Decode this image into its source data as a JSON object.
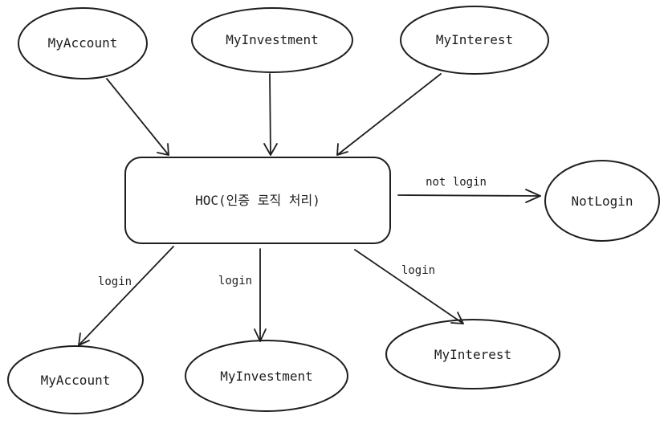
{
  "nodes": {
    "top_account": "MyAccount",
    "top_investment": "MyInvestment",
    "top_interest": "MyInterest",
    "hoc": "HOC(인증 로직 처리)",
    "notlogin": "NotLogin",
    "bottom_account": "MyAccount",
    "bottom_investment": "MyInvestment",
    "bottom_interest": "MyInterest"
  },
  "edges": {
    "to_notlogin": "not login",
    "to_account": "login",
    "to_investment": "login",
    "to_interest": "login"
  }
}
